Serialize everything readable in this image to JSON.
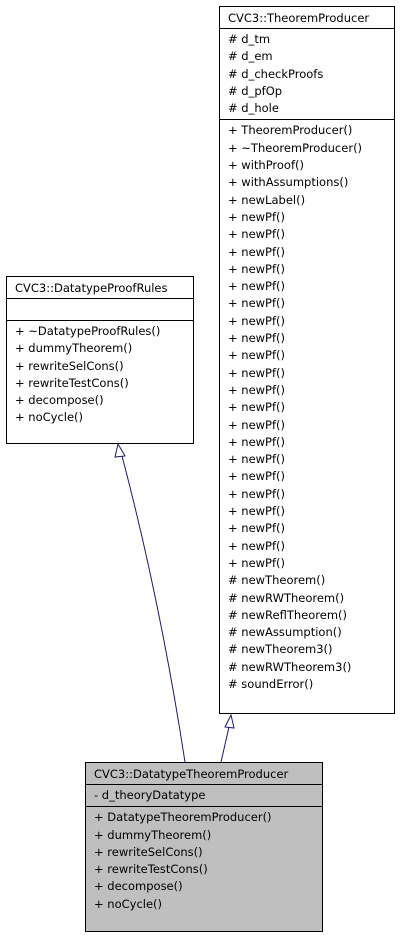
{
  "classes": {
    "producer": {
      "name": "CVC3::TheoremProducer",
      "attributes": [
        "# d_tm",
        "# d_em",
        "# d_checkProofs",
        "# d_pfOp",
        "# d_hole"
      ],
      "methods": [
        "+ TheoremProducer()",
        "+ ~TheoremProducer()",
        "+ withProof()",
        "+ withAssumptions()",
        "+ newLabel()",
        "+ newPf()",
        "+ newPf()",
        "+ newPf()",
        "+ newPf()",
        "+ newPf()",
        "+ newPf()",
        "+ newPf()",
        "+ newPf()",
        "+ newPf()",
        "+ newPf()",
        "+ newPf()",
        "+ newPf()",
        "+ newPf()",
        "+ newPf()",
        "+ newPf()",
        "+ newPf()",
        "+ newPf()",
        "+ newPf()",
        "+ newPf()",
        "+ newPf()",
        "+ newPf()",
        "# newTheorem()",
        "# newRWTheorem()",
        "# newReflTheorem()",
        "# newAssumption()",
        "# newTheorem3()",
        "# newRWTheorem3()",
        "# soundError()"
      ]
    },
    "rules": {
      "name": "CVC3::DatatypeProofRules",
      "attributes": [],
      "methods": [
        "+ ~DatatypeProofRules()",
        "+ dummyTheorem()",
        "+ rewriteSelCons()",
        "+ rewriteTestCons()",
        "+ decompose()",
        "+ noCycle()"
      ]
    },
    "derived": {
      "name": "CVC3::DatatypeTheoremProducer",
      "attributes": [
        "- d_theoryDatatype"
      ],
      "methods": [
        "+ DatatypeTheoremProducer()",
        "+ dummyTheorem()",
        "+ rewriteSelCons()",
        "+ rewriteTestCons()",
        "+ decompose()",
        "+ noCycle()"
      ]
    }
  },
  "colors": {
    "edge": "#1a1a6b",
    "highlight": "#bfbfbf"
  }
}
